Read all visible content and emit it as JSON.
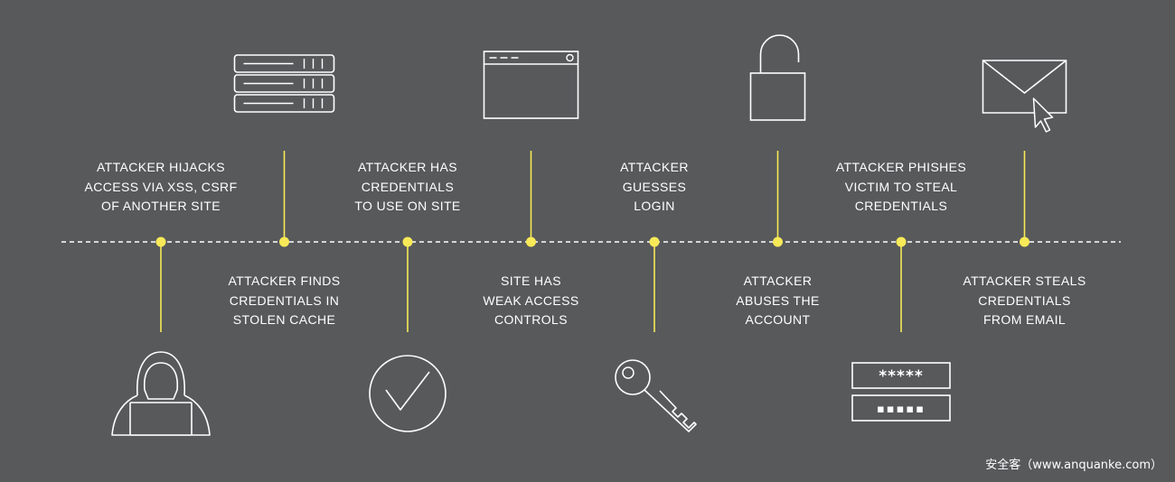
{
  "colors": {
    "background": "#57595b",
    "accent": "#f7e957",
    "line": "#ffffff"
  },
  "steps": [
    {
      "label": "ATTACKER HIJACKS\nACCESS VIA XSS, CSRF\nOF ANOTHER SITE",
      "position": "above",
      "icon": "hooded-hacker-icon"
    },
    {
      "label": "ATTACKER FINDS\nCREDENTIALS IN\nSTOLEN CACHE",
      "position": "below",
      "icon": "server-stack-icon"
    },
    {
      "label": "ATTACKER HAS\nCREDENTIALS\nTO USE ON SITE",
      "position": "above",
      "icon": "checkmark-circle-icon"
    },
    {
      "label": "SITE HAS\nWEAK ACCESS\nCONTROLS",
      "position": "below",
      "icon": "browser-window-icon"
    },
    {
      "label": "ATTACKER\nGUESSES\nLOGIN",
      "position": "above",
      "icon": "key-icon"
    },
    {
      "label": "ATTACKER\nABUSES THE\nACCOUNT",
      "position": "below",
      "icon": "open-padlock-icon"
    },
    {
      "label": "ATTACKER PHISHES\nVICTIM TO STEAL\nCREDENTIALS",
      "position": "above",
      "icon": "password-fields-icon"
    },
    {
      "label": "ATTACKER STEALS\nCREDENTIALS\nFROM EMAIL",
      "position": "below",
      "icon": "email-envelope-icon"
    }
  ],
  "password_fields": {
    "masked_top": "*****",
    "masked_bottom": "▪▪▪▪▪"
  },
  "watermark": "安全客（www.anquanke.com）"
}
